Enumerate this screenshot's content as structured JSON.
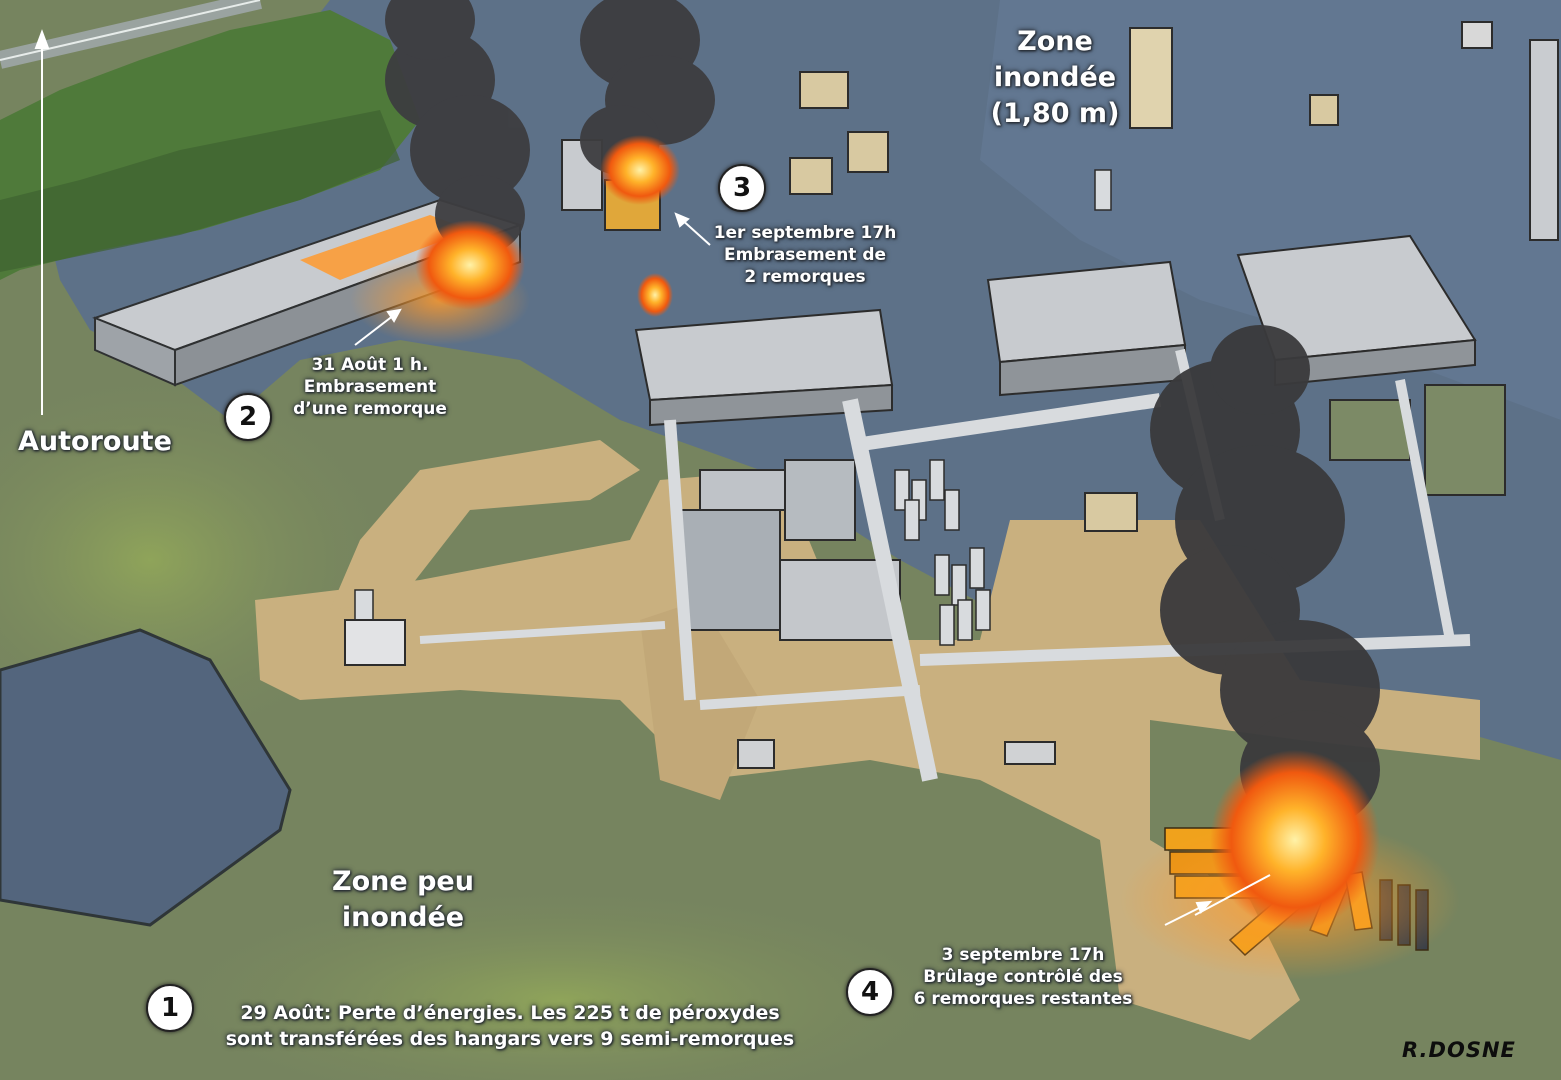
{
  "labels": {
    "autoroute": "Autoroute",
    "zone_inondee_line1": "Zone",
    "zone_inondee_line2": "inondée",
    "zone_inondee_line3": "(1,80 m)",
    "zone_peu_line1": "Zone peu",
    "zone_peu_line2": "inondée"
  },
  "steps": [
    {
      "number": "1",
      "line1": "29 Août: Perte d’énergies. Les 225 t de péroxydes",
      "line2": "sont transférées des hangars vers 9 semi-remorques",
      "line3": ""
    },
    {
      "number": "2",
      "line1": "31 Août 1 h.",
      "line2": "Embrasement",
      "line3": "d’une remorque"
    },
    {
      "number": "3",
      "line1": "1er septembre 17h",
      "line2": "Embrasement de",
      "line3": "2 remorques"
    },
    {
      "number": "4",
      "line1": "3 septembre 17h",
      "line2": "Brûlage contrôlé des",
      "line3": "6 remorques restantes"
    }
  ],
  "signature": "R.DOSNE",
  "colors": {
    "water": "#5d7188",
    "land": "#76845f",
    "dirt": "#c9b07f",
    "building": "#c9ccd0",
    "smoke": "#3a3a3c",
    "fire": "#ff8a1a",
    "trailer": "#f0a21c"
  }
}
